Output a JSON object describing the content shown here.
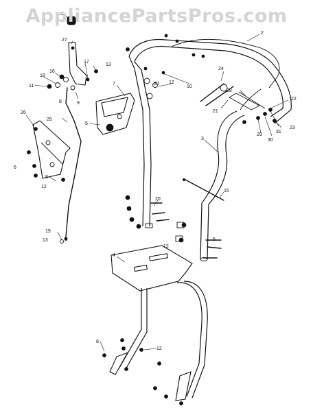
{
  "watermark": "AppliancePartsPros.com",
  "callouts": [
    "1",
    "2",
    "3",
    "4",
    "5",
    "6",
    "7",
    "8",
    "9",
    "10",
    "11",
    "12",
    "13",
    "15",
    "16",
    "17",
    "18",
    "19",
    "20",
    "21",
    "22",
    "23",
    "24",
    "25",
    "26",
    "27",
    "28",
    "29",
    "30",
    "31"
  ]
}
